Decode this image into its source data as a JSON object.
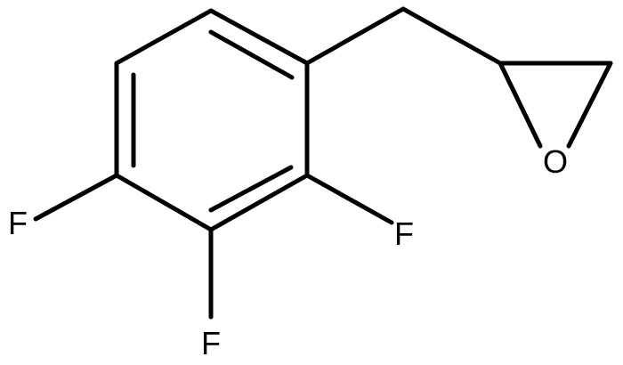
{
  "molecule": {
    "atoms": {
      "f_left": "F",
      "f_bottom": "F",
      "f_right": "F",
      "o_epoxide": "O"
    }
  }
}
